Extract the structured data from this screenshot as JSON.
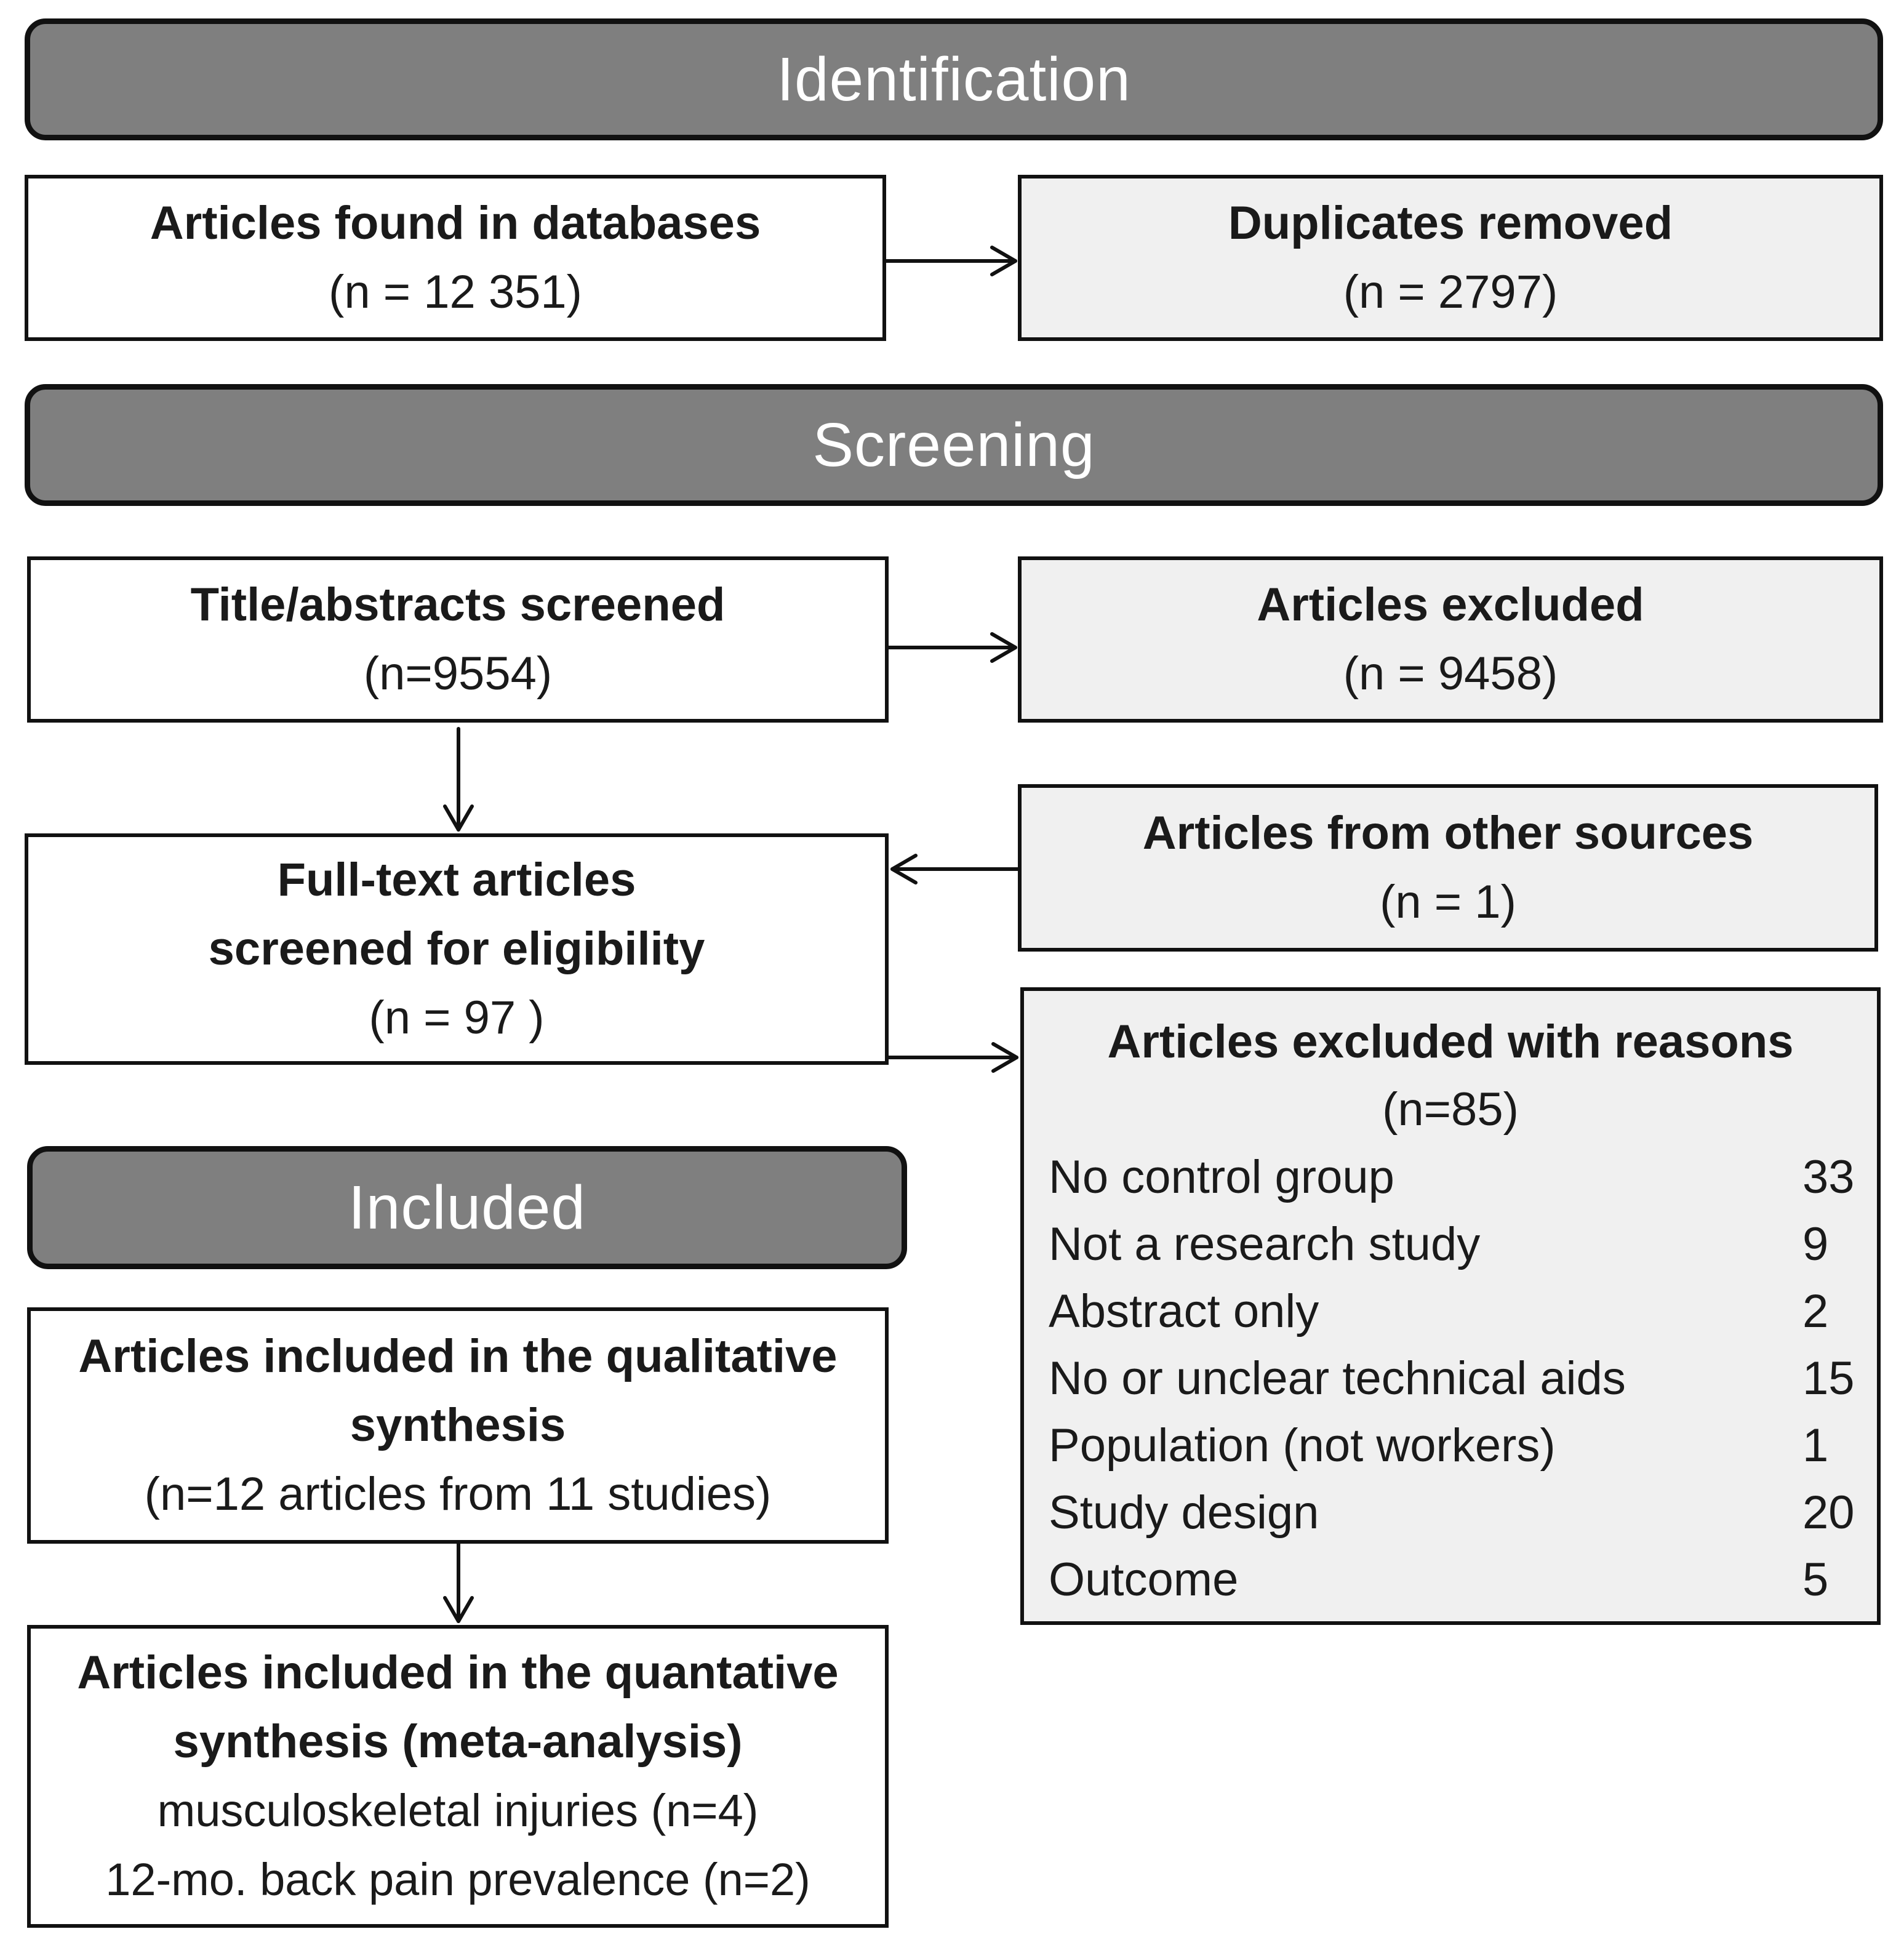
{
  "phases": {
    "identification": "Identification",
    "screening": "Screening",
    "included": "Included"
  },
  "boxes": {
    "found": {
      "title": "Articles found in databases",
      "n": "(n = 12 351)"
    },
    "duplicates": {
      "title": "Duplicates removed",
      "n": "(n = 2797)"
    },
    "screened": {
      "title": "Title/abstracts screened",
      "n": "(n=9554)"
    },
    "excluded": {
      "title": "Articles excluded",
      "n": "(n = 9458)"
    },
    "other_sources": {
      "title": "Articles from other sources",
      "n": "(n = 1)"
    },
    "fulltext": {
      "title_line1": "Full-text articles",
      "title_line2": "screened for eligibility",
      "n": "(n = 97 )"
    },
    "excluded_reasons": {
      "title": "Articles excluded with reasons",
      "n": "(n=85)",
      "reasons": [
        {
          "label": "No control group",
          "count": "33"
        },
        {
          "label": "Not a research study",
          "count": "9"
        },
        {
          "label": "Abstract only",
          "count": "2"
        },
        {
          "label": "No or unclear technical aids",
          "count": "15"
        },
        {
          "label": "Population (not workers)",
          "count": "1"
        },
        {
          "label": "Study design",
          "count": "20"
        },
        {
          "label": "Outcome",
          "count": "5"
        }
      ]
    },
    "qualitative": {
      "title_line1": "Articles included in the qualitative",
      "title_line2": "synthesis",
      "n": "(n=12 articles from 11 studies)"
    },
    "quantitative": {
      "title_line1": "Articles included in the quantative",
      "title_line2": "synthesis (meta-analysis)",
      "line3": "musculoskeletal injuries (n=4)",
      "line4": "12-mo. back pain prevalence  (n=2)"
    }
  }
}
